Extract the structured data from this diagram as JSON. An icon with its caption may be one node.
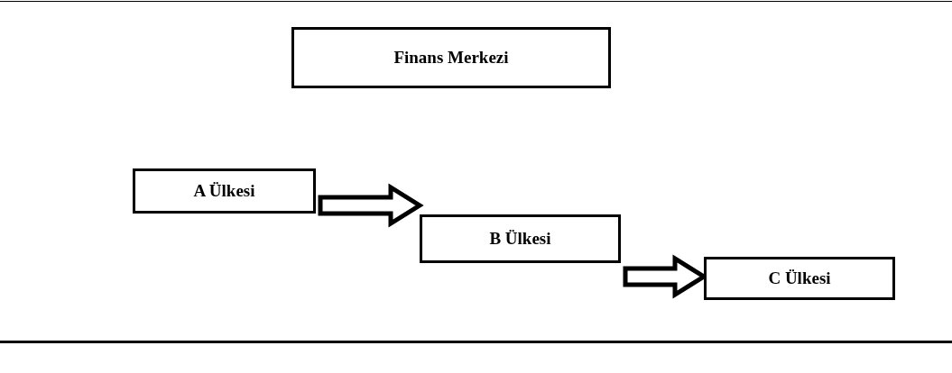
{
  "diagram": {
    "nodes": [
      {
        "text": [
          "Finans Merkezi"
        ]
      },
      {
        "text": [
          "A Ülkesi"
        ]
      },
      {
        "text": [
          "B Ülkesi"
        ]
      },
      {
        "text": [
          "C Ülkesi"
        ]
      }
    ],
    "edges": [
      {
        "from": 1,
        "to": 2,
        "arrow": "to",
        "style": "thick"
      },
      {
        "from": 2,
        "to": 3,
        "arrow": "to",
        "style": "thick"
      }
    ]
  }
}
